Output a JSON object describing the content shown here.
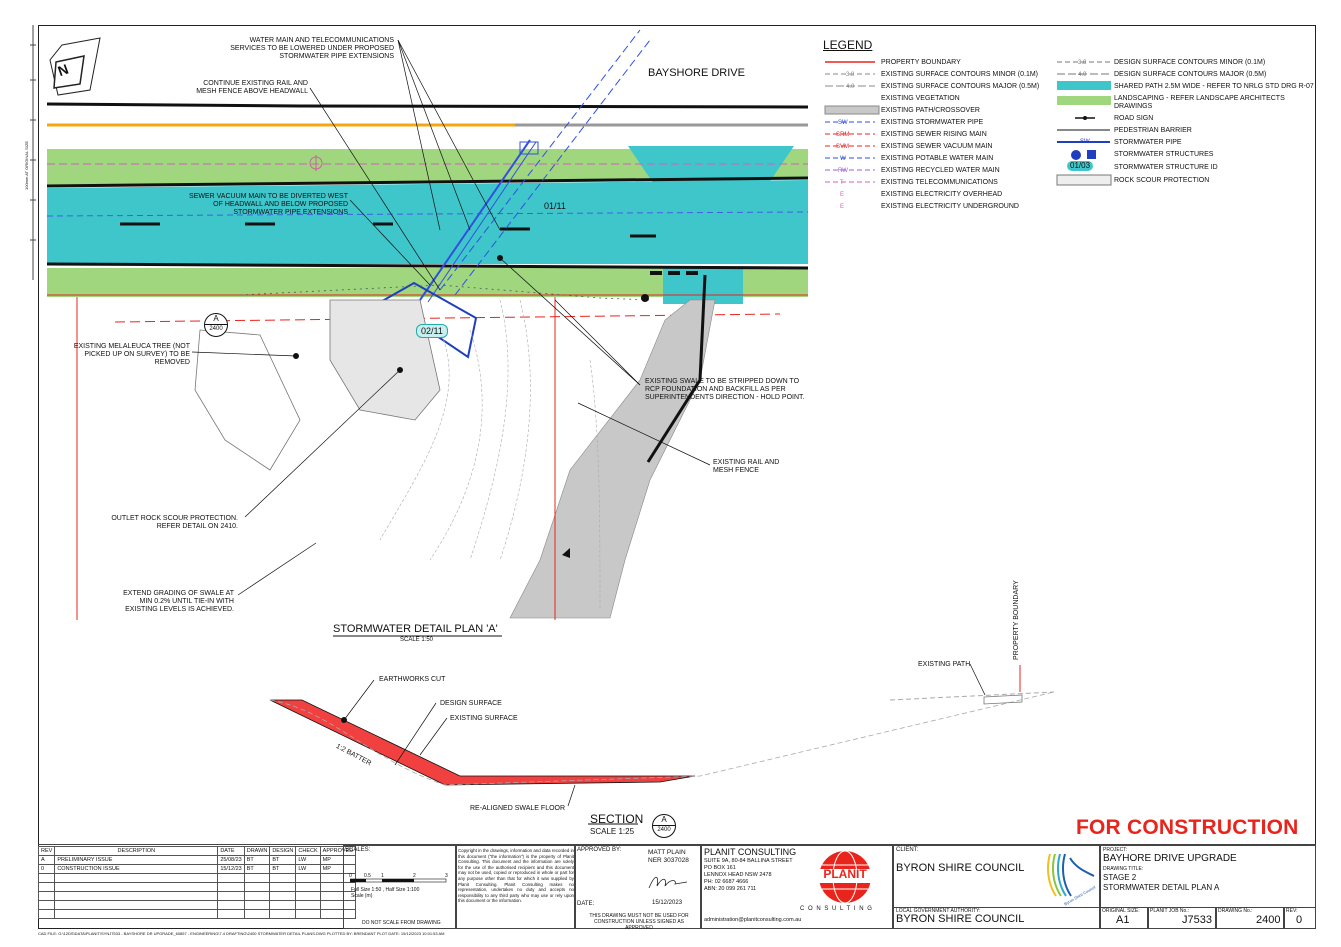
{
  "drawing": {
    "road_name": "BAYSHORE DRIVE",
    "plan_title": "STORMWATER DETAIL PLAN 'A'",
    "plan_scale": "SCALE 1:50",
    "section_title": "SECTION",
    "section_scale": "SCALE 1:25",
    "section_ref_letter": "A",
    "section_ref_sheet": "2400",
    "plan_ref_letter": "A",
    "plan_ref_sheet": "2400",
    "structure_ids": [
      "01/11",
      "02/11"
    ],
    "north": "N",
    "property_boundary_label": "PROPERTY BOUNDARY",
    "side_label": "100mm AT ORIGINAL SIZE",
    "annotations": {
      "water_main": "WATER MAIN AND TELECOMMUNICATIONS SERVICES TO BE LOWERED UNDER PROPOSED STORMWATER PIPE EXTENSIONS",
      "continue_rail": "CONTINUE EXISTING RAIL AND MESH FENCE ABOVE HEADWALL",
      "sewer_vacuum": "SEWER VACUUM MAIN TO BE DIVERTED WEST OF HEADWALL AND BELOW PROPOSED STORMWATER PIPE EXTENSIONS",
      "melaleuca": "EXISTING MELALEUCA TREE (NOT PICKED UP ON SURVEY) TO BE REMOVED",
      "swale": "EXISTING SWALE TO BE STRIPPED DOWN TO RCP FOUNDATION AND BACKFILL AS PER SUPERINTENDENTS DIRECTION - HOLD POINT.",
      "rail_mesh": "EXISTING RAIL AND MESH FENCE",
      "outlet_rock": "OUTLET ROCK SCOUR PROTECTION. REFER DETAIL ON 2410.",
      "extend_grading": "EXTEND GRADING OF SWALE AT MIN 0.2% UNTIL TIE-IN WITH EXISTING LEVELS IS ACHIEVED.",
      "earthworks_cut": "EARTHWORKS CUT",
      "design_surface": "DESIGN SURFACE",
      "existing_surface": "EXISTING SURFACE",
      "batter": "1:2 BATTER",
      "realigned_swale": "RE-ALIGNED SWALE FLOOR",
      "existing_path": "EXISTING PATH"
    }
  },
  "legend": {
    "title": "LEGEND",
    "left": [
      {
        "label": "PROPERTY BOUNDARY",
        "color": "#e8241c"
      },
      {
        "label": "EXISTING SURFACE CONTOURS MINOR (0.1m)",
        "tag": "3.8"
      },
      {
        "label": "EXISTING SURFACE CONTOURS MAJOR (0.5m)",
        "tag": "4.0"
      },
      {
        "label": "EXISTING VEGETATION"
      },
      {
        "label": "EXISTING PATH/CROSSOVER"
      },
      {
        "label": "EXISTING STORMWATER PIPE",
        "tag": "SW"
      },
      {
        "label": "EXISTING SEWER RISING MAIN",
        "tag": "SRM"
      },
      {
        "label": "EXISTING SEWER VACUUM MAIN",
        "tag": "SVM"
      },
      {
        "label": "EXISTING POTABLE WATER MAIN",
        "tag": "W"
      },
      {
        "label": "EXISTING RECYCLED WATER MAIN",
        "tag": "RW"
      },
      {
        "label": "EXISTING TELECOMMUNICATIONS",
        "tag": "T"
      },
      {
        "label": "EXISTING ELECTRICITY OVERHEAD",
        "tag": "E"
      },
      {
        "label": "EXISTING ELECTRICITY UNDERGROUND",
        "tag": "E"
      }
    ],
    "right": [
      {
        "label": "DESIGN SURFACE CONTOURS MINOR (0.1m)",
        "tag": "3.8"
      },
      {
        "label": "DESIGN SURFACE CONTOURS MAJOR (0.5m)",
        "tag": "4.0"
      },
      {
        "label": "SHARED PATH 2.5m WIDE - REFER TO NRLG STD DRG R-07"
      },
      {
        "label": "LANDSCAPING - REFER LANDSCAPE ARCHITECTS DRAWINGS"
      },
      {
        "label": "ROAD SIGN"
      },
      {
        "label": "PEDESTRIAN BARRIER"
      },
      {
        "label": "STORMWATER PIPE",
        "tag": "SW"
      },
      {
        "label": "STORMWATER STRUCTURES"
      },
      {
        "label": "STORMWATER STRUCTURE ID",
        "tag": "01/03"
      },
      {
        "label": "ROCK SCOUR PROTECTION"
      }
    ]
  },
  "colors": {
    "shared_path": "#3fc6cb",
    "landscaping": "#9fd67e",
    "path_grey": "#c8c8c8",
    "boundary_red": "#e8241c",
    "pipe_blue": "#1f3fbf",
    "cut_red": "#f04040"
  },
  "status_stamp": "FOR CONSTRUCTION",
  "revisions": {
    "headers": [
      "REV",
      "DESCRIPTION",
      "DATE",
      "DRAWN",
      "DESIGN",
      "CHECK",
      "APPROVED"
    ],
    "rows": [
      [
        "A",
        "PRELIMINARY ISSUE",
        "25/08/23",
        "BT",
        "BT",
        "LW",
        "MP"
      ],
      [
        "0",
        "CONSTRUCTION ISSUE",
        "15/12/23",
        "BT",
        "BT",
        "LW",
        "MP"
      ]
    ]
  },
  "scales": {
    "label": "SCALES:",
    "ticks": [
      "0",
      "0.5",
      "1",
      "2",
      "3"
    ],
    "full_size": "Full Size 1:50 , Half Size 1:100",
    "unit": "Scale (m)",
    "note": "DO NOT SCALE FROM DRAWING"
  },
  "copyright": "Copyright in the drawings, information and data recorded in this document (\"the information\") is the property of Planit Consulting. This document and the information are solely for the use of the authorised recipient and this document may not be used, copied or reproduced in whole or part for any purpose other than that for which it was supplied by Planit Consulting. Planit Consulting makes no representation, undertakes no duty and accepts no responsibility to any third party who may use or rely upon this document or the information.",
  "approval": {
    "label": "APPROVED BY:",
    "name": "MATT PLAIN",
    "ner": "NER 3037028",
    "date_label": "DATE:",
    "date": "15/12/2023",
    "note": "THIS DRAWING MUST NOT BE USED FOR CONSTRUCTION UNLESS SIGNED AS APPROVED"
  },
  "company": {
    "name": "PLANIT CONSULTING",
    "address1": "SUITE 9A, 80-84 BALLINA STREET",
    "address2": "PO BOX 161",
    "address3": "LENNOX HEAD NSW 2478",
    "phone": "PH: 02 6687 4666",
    "abn": "ABN: 20 099 261 711",
    "email": "administration@planitconsulting.com.au",
    "logo_text": "PLANIT",
    "logo_sub": "C O N S U L T I N G"
  },
  "client": {
    "label": "CLIENT:",
    "name": "BYRON SHIRE COUNCIL",
    "authority_label": "LOCAL GOVERNMENT AUTHORITY:",
    "authority": "BYRON SHIRE COUNCIL",
    "logo_text": "Byron Shire Council"
  },
  "project": {
    "label": "PROJECT:",
    "name": "BAYHORE DRIVE UPGRADE",
    "title_label": "DRAWING TITLE:",
    "title1": "STAGE 2",
    "title2": "STORMWATER DETAIL PLAN A",
    "orig_size_label": "ORIGINAL SIZE:",
    "orig_size": "A1",
    "job_label": "PLANIT JOB No.:",
    "job": "J7533",
    "dwg_label": "DRAWING No.:",
    "dwg": "2400",
    "rev_label": "REV:",
    "rev": "0"
  },
  "cad_file": "CAD FILE: G:\\12DS\\DATA\\PLANIT\\SYNJ7533 - BAYSHORE DR UPGRADE_60857 - ENGINEERING\\7.4 DRAFTING\\2400 STORMWATER DETAIL PLANS.DWG PLOTTED BY: BRENDANT PLOT DATE: 15/12/2023 10:01:53 AM"
}
